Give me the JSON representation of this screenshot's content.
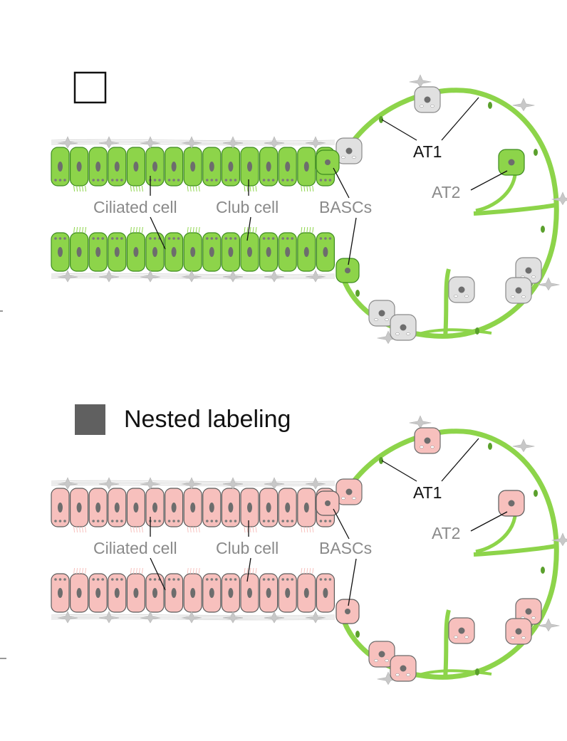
{
  "panels": [
    {
      "legend": {
        "label": "",
        "style": "outline"
      },
      "cell_fill": "#8dd44a",
      "cell_stroke": "#3c8a1f",
      "labels": {
        "ciliated": "Ciliated cell",
        "club": "Club cell",
        "bascs": "BASCs",
        "at1": "AT1",
        "at2": "AT2"
      }
    },
    {
      "legend": {
        "label": "Nested labeling",
        "style": "filled"
      },
      "cell_fill": "#f7c0bd",
      "cell_stroke": "#5a5a5a",
      "labels": {
        "ciliated": "Ciliated cell",
        "club": "Club cell",
        "bascs": "BASCs",
        "at1": "AT1",
        "at2": "AT2"
      }
    }
  ],
  "colors": {
    "membrane_green": "#8dd44a",
    "membrane_dark": "#5aa02c",
    "grey_cell": "#e0e0e0",
    "nucleus": "#6d6d6d",
    "legend_fill": "#606060",
    "stromal": "#c8c8c8"
  }
}
